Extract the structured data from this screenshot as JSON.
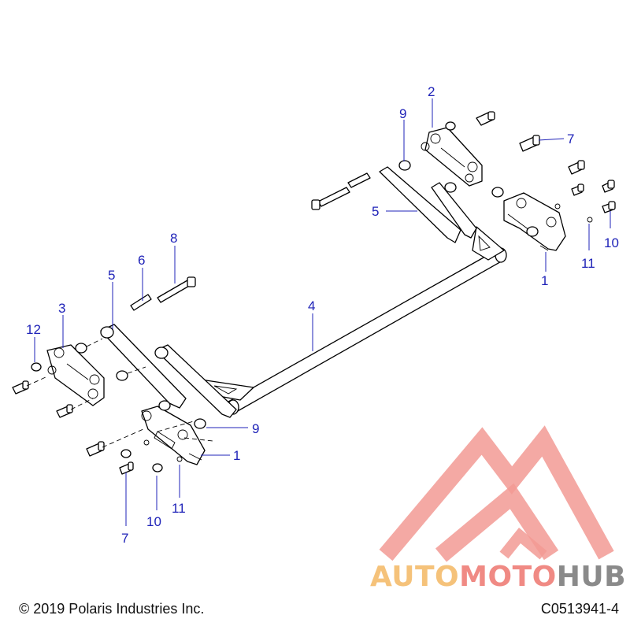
{
  "footer": {
    "copyright": "© 2019 Polaris Industries Inc.",
    "diagram_code": "C0513941-4"
  },
  "watermark": {
    "word_part1": "AUTO",
    "word_part2": "MOTO",
    "word_part3": "HUB",
    "color_part1": "#f5c27a",
    "color_part2": "#f08a84",
    "color_part3": "#8a8a8a"
  },
  "callouts": {
    "c2_top": "2",
    "c9_top": "9",
    "c7_top": "7",
    "c5_top": "5",
    "c10_right": "10",
    "c11_right": "11",
    "c1_right": "1",
    "c8": "8",
    "c6": "6",
    "c5_left": "5",
    "c4": "4",
    "c3": "3",
    "c12": "12",
    "c9_bottom": "9",
    "c1_bottom": "1",
    "c7_bottom": "7",
    "c10_bottom": "10",
    "c11_bottom": "11"
  },
  "colors": {
    "callout": "#1f23b8",
    "line": "#000000"
  }
}
